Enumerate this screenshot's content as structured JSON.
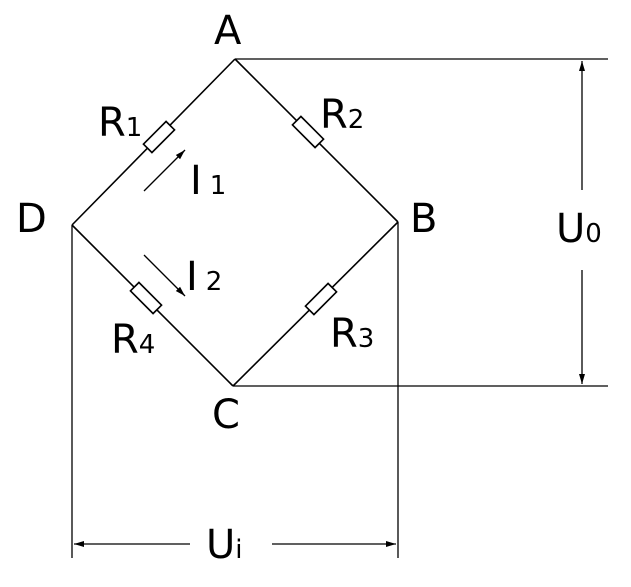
{
  "nodes": {
    "A": "A",
    "B": "B",
    "C": "C",
    "D": "D"
  },
  "resistors": {
    "r1": {
      "letter": "R",
      "sub": "1"
    },
    "r2": {
      "letter": "R",
      "sub": "2"
    },
    "r3": {
      "letter": "R",
      "sub": "3"
    },
    "r4": {
      "letter": "R",
      "sub": "4"
    }
  },
  "currents": {
    "i1": {
      "letter": "I",
      "sub": "1"
    },
    "i2": {
      "letter": "I",
      "sub": "2"
    }
  },
  "voltages": {
    "output": {
      "letter": "U",
      "sub": "0"
    },
    "input": {
      "letter": "U",
      "sub": "i"
    }
  }
}
